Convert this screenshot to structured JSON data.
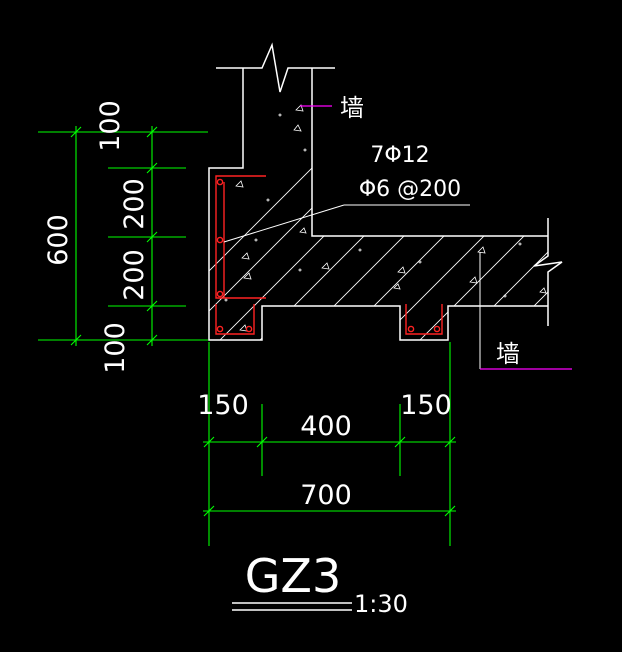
{
  "drawing": {
    "title": "GZ3",
    "scale": "1:30",
    "rebar_main": "7Φ12",
    "rebar_stirrup": "Φ6 @200",
    "wall_label_upper": "墙",
    "wall_label_lower": "墙"
  },
  "dimensions": {
    "vertical_total": "600",
    "vertical_segments": [
      "100",
      "200",
      "200",
      "100"
    ],
    "horizontal_segments": [
      "150",
      "400",
      "150"
    ],
    "horizontal_total": "700"
  },
  "colors": {
    "background": "#000000",
    "outline": "#ffffff",
    "dimension": "#00ff00",
    "rebar": "#ff2222",
    "leader": "#ff00ff",
    "text": "#ffffff"
  }
}
